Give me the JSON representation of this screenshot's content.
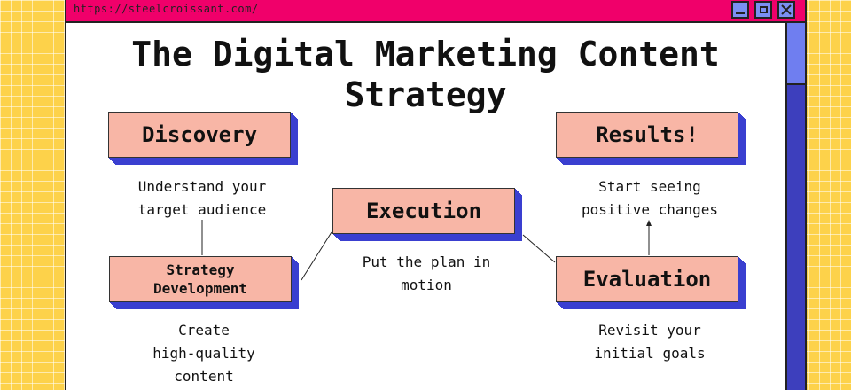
{
  "window": {
    "url": "https://steelcroissant.com/",
    "controls": [
      "minimize-icon",
      "maximize-icon",
      "close-icon"
    ]
  },
  "title": "The Digital Marketing Content Strategy",
  "stages": {
    "discovery": {
      "label": "Discovery",
      "desc_lines": [
        "Understand your",
        "target audience"
      ]
    },
    "strategy": {
      "label_lines": [
        "Strategy",
        "Development"
      ],
      "desc_lines": [
        "Create",
        "high-quality",
        "content"
      ]
    },
    "execution": {
      "label": "Execution",
      "desc_lines": [
        "Put the plan in",
        "motion"
      ]
    },
    "evaluation": {
      "label": "Evaluation",
      "desc_lines": [
        "Revisit your",
        "initial goals"
      ]
    },
    "results": {
      "label": "Results!",
      "desc_lines": [
        "Start seeing",
        "positive changes"
      ]
    }
  },
  "colors": {
    "background": "#fdd24a",
    "titlebar": "#f0006a",
    "box_fill": "#f8b6a6",
    "box_shadow": "#3a3fd0",
    "scrollbar": "#3d3fbd",
    "scroll_thumb": "#6f7ef0"
  }
}
